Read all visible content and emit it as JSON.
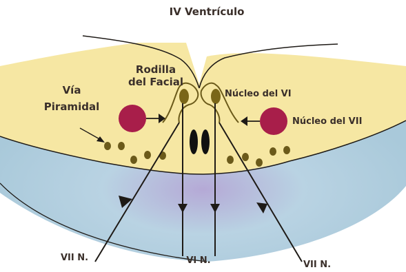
{
  "title": "IV Ventrículo",
  "labels": {
    "rodilla_line1": "Rodilla",
    "rodilla_line2": "del Facial",
    "via_line1": "Vía",
    "via_line2": "Piramidal",
    "nucleo_vi": "Núcleo del VI",
    "nucleo_vii": "Núcleo del VII",
    "nerve_vii_left": "VII N.",
    "nerve_vi": "VI N.",
    "nerve_vii_right": "VII N."
  },
  "colors": {
    "tegmentum": "#f6e7a3",
    "basis": "#bcd9e6",
    "nucleus_vii": "#a81e4a",
    "tract": "#6b5a1a",
    "line": "#1e1a16"
  }
}
